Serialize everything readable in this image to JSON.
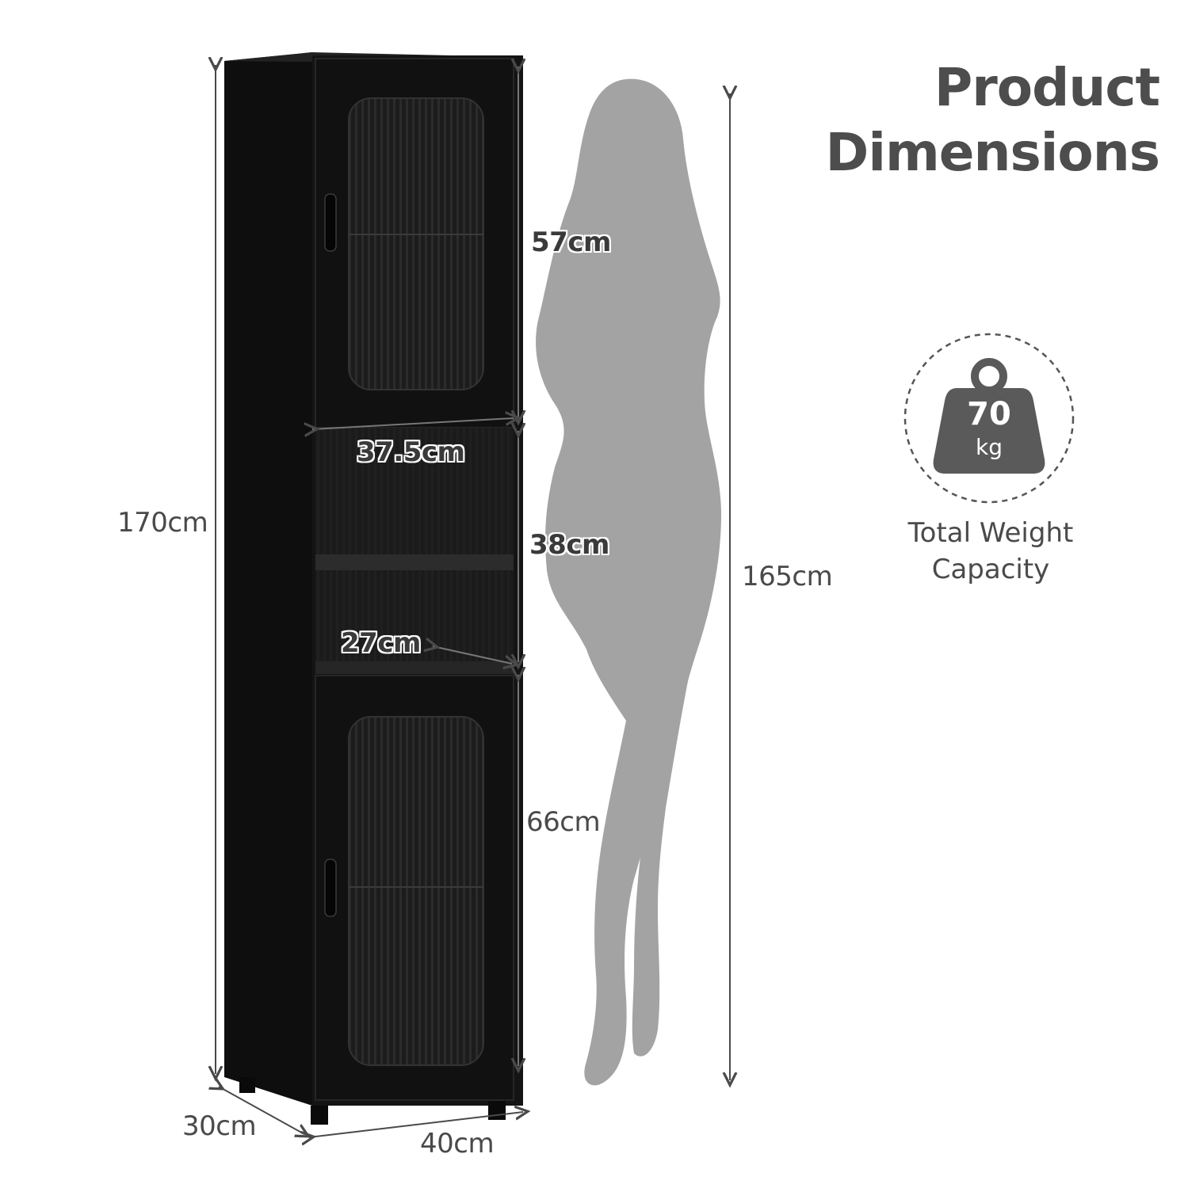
{
  "title": {
    "line1": "Product",
    "line2": "Dimensions"
  },
  "dimensions": {
    "total_height": "170cm",
    "top_section": "57cm",
    "inner_width": "37.5cm",
    "middle_section": "38cm",
    "shelf_depth": "27cm",
    "bottom_section": "66cm",
    "person_height": "165cm",
    "depth": "30cm",
    "width": "40cm"
  },
  "weight": {
    "value": "70",
    "unit": "kg",
    "caption_line1": "Total Weight",
    "caption_line2": "Capacity"
  },
  "colors": {
    "cabinet": "#141414",
    "silhouette": "#9e9e9e",
    "text": "#4a4a4a",
    "weight_icon": "#5a5a5a"
  }
}
